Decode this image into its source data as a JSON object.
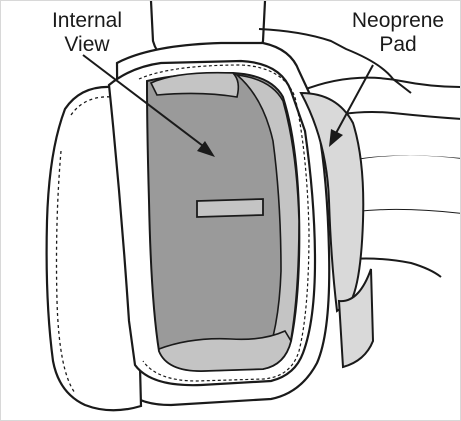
{
  "labels": {
    "internal_view": {
      "line1": "Internal",
      "line2": "View"
    },
    "neoprene_pad": {
      "line1": "Neoprene",
      "line2": "Pad"
    }
  },
  "colors": {
    "outline": "#1a1a1a",
    "interior_dark": "#9a9a9a",
    "interior_light": "#c4c4c4",
    "shell": "#ffffff",
    "pad": "#d9d9d9"
  }
}
